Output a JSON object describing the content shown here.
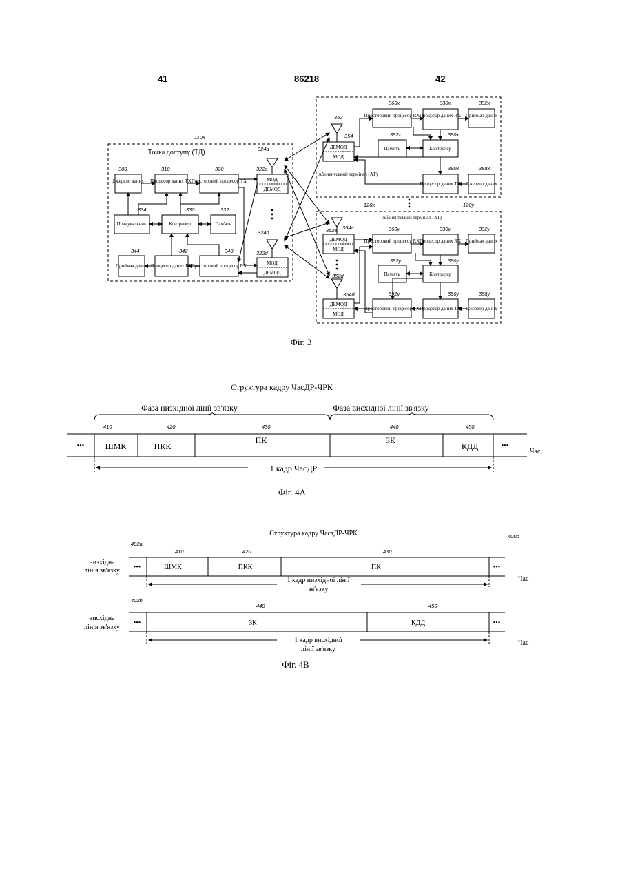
{
  "header": {
    "page_left": "41",
    "patent_no": "86218",
    "page_right": "42"
  },
  "fig3": {
    "caption": "Фіг. 3",
    "ap": {
      "ref": "110x",
      "title": "Точка доступу (ТД)",
      "data_source": "Джерело даних",
      "data_source_ref": "308",
      "tx_proc": "Процесор даних TX",
      "tx_proc_ref": "310",
      "sp_tx": "Просторовий процесор TX",
      "sp_tx_ref": "320",
      "scheduler": "Планувальник",
      "scheduler_ref": "334",
      "controller": "Контролер",
      "controller_ref": "330",
      "memory": "Пам'ять",
      "memory_ref": "332",
      "sink": "Приймач даних",
      "sink_ref": "344",
      "rx_proc": "Процесор даних RX",
      "rx_proc_ref": "342",
      "sp_rx": "Просторовий процесор RX",
      "sp_rx_ref": "340",
      "mod": "МОД",
      "demod": "ДЕМОД",
      "ant_a": "324a",
      "ant_d": "324d",
      "mod_a": "322a",
      "mod_d": "322d"
    },
    "utx": {
      "ref": "120x",
      "title": "Абонентський термінал (АТ)",
      "ant": "352",
      "modref": "354",
      "demod": "ДЕМОД",
      "mod": "МОД",
      "sp_rx": "Просторовий процесор RX",
      "sp_rx_ref": "360x",
      "rx_proc": "Процесор даних RX",
      "rx_proc_ref": "330x",
      "sink": "Приймач даних",
      "sink_ref": "332x",
      "memory": "Пам'ять",
      "memory_ref": "382x",
      "controller": "Контролер",
      "controller_ref": "380x",
      "tx_proc": "Процесор даних TX",
      "tx_proc_ref": "390x",
      "source": "Джерело даних",
      "source_ref": "388x"
    },
    "uty": {
      "ref": "120y",
      "title": "Абонентський термінал (АТ)",
      "ant_a": "352a",
      "mod_a": "354a",
      "ant_d": "352d",
      "mod_d": "354d",
      "demod": "ДЕМОД",
      "mod": "МОД",
      "sp_rx": "Просторовий процесор RX",
      "sp_rx_ref": "360y",
      "rx_proc": "Процесор даних RX",
      "rx_proc_ref": "330y",
      "sink": "Приймач даних",
      "sink_ref": "332y",
      "memory": "Пам'ять",
      "memory_ref": "382y",
      "controller": "Контролер",
      "controller_ref": "380y",
      "sp_tx": "Просторовий процесор TX",
      "sp_tx_ref": "392y",
      "tx_proc": "Процесор даних TX",
      "tx_proc_ref": "390y",
      "source": "Джерело даних",
      "source_ref": "388y"
    }
  },
  "fig4a": {
    "title": "Структура кадру ЧасДР-ЧРК",
    "downlink_phase": "Фаза низхідної лінії зв'язку",
    "uplink_phase": "Фаза висхідної лінії зв'язку",
    "segments": [
      {
        "ref": "410",
        "label": "ШМК"
      },
      {
        "ref": "420",
        "label": "ПКК"
      },
      {
        "ref": "430",
        "label": "ПК"
      },
      {
        "ref": "440",
        "label": "ЗК"
      },
      {
        "ref": "450",
        "label": "КДД"
      }
    ],
    "ellipsis": "•••",
    "time": "Час",
    "span": "1 кадр ЧасДР",
    "caption": "Фіг. 4А"
  },
  "fig4b": {
    "title": "Структура кадру ЧастДР-ЧРК",
    "ref_b": "400b",
    "ref_dl": "402a",
    "ref_ul": "402b",
    "dl_label_1": "низхідна",
    "dl_label_2": "лінія зв'язку",
    "ul_label_1": "висхідна",
    "ul_label_2": "лінія зв'язку",
    "dl_segments": [
      {
        "ref": "410",
        "label": "ШМК"
      },
      {
        "ref": "420",
        "label": "ПКК"
      },
      {
        "ref": "430",
        "label": "ПК"
      }
    ],
    "ul_segments": [
      {
        "ref": "440",
        "label": "ЗК"
      },
      {
        "ref": "450",
        "label": "КДД"
      }
    ],
    "ellipsis": "•••",
    "time": "Час",
    "dl_span_1": "1 кадр низхідної лінії",
    "dl_span_2": "зв'язку",
    "ul_span_1": "1 кадр висхідної",
    "ul_span_2": "лінії зв'язку",
    "caption": "Фіг. 4В"
  }
}
